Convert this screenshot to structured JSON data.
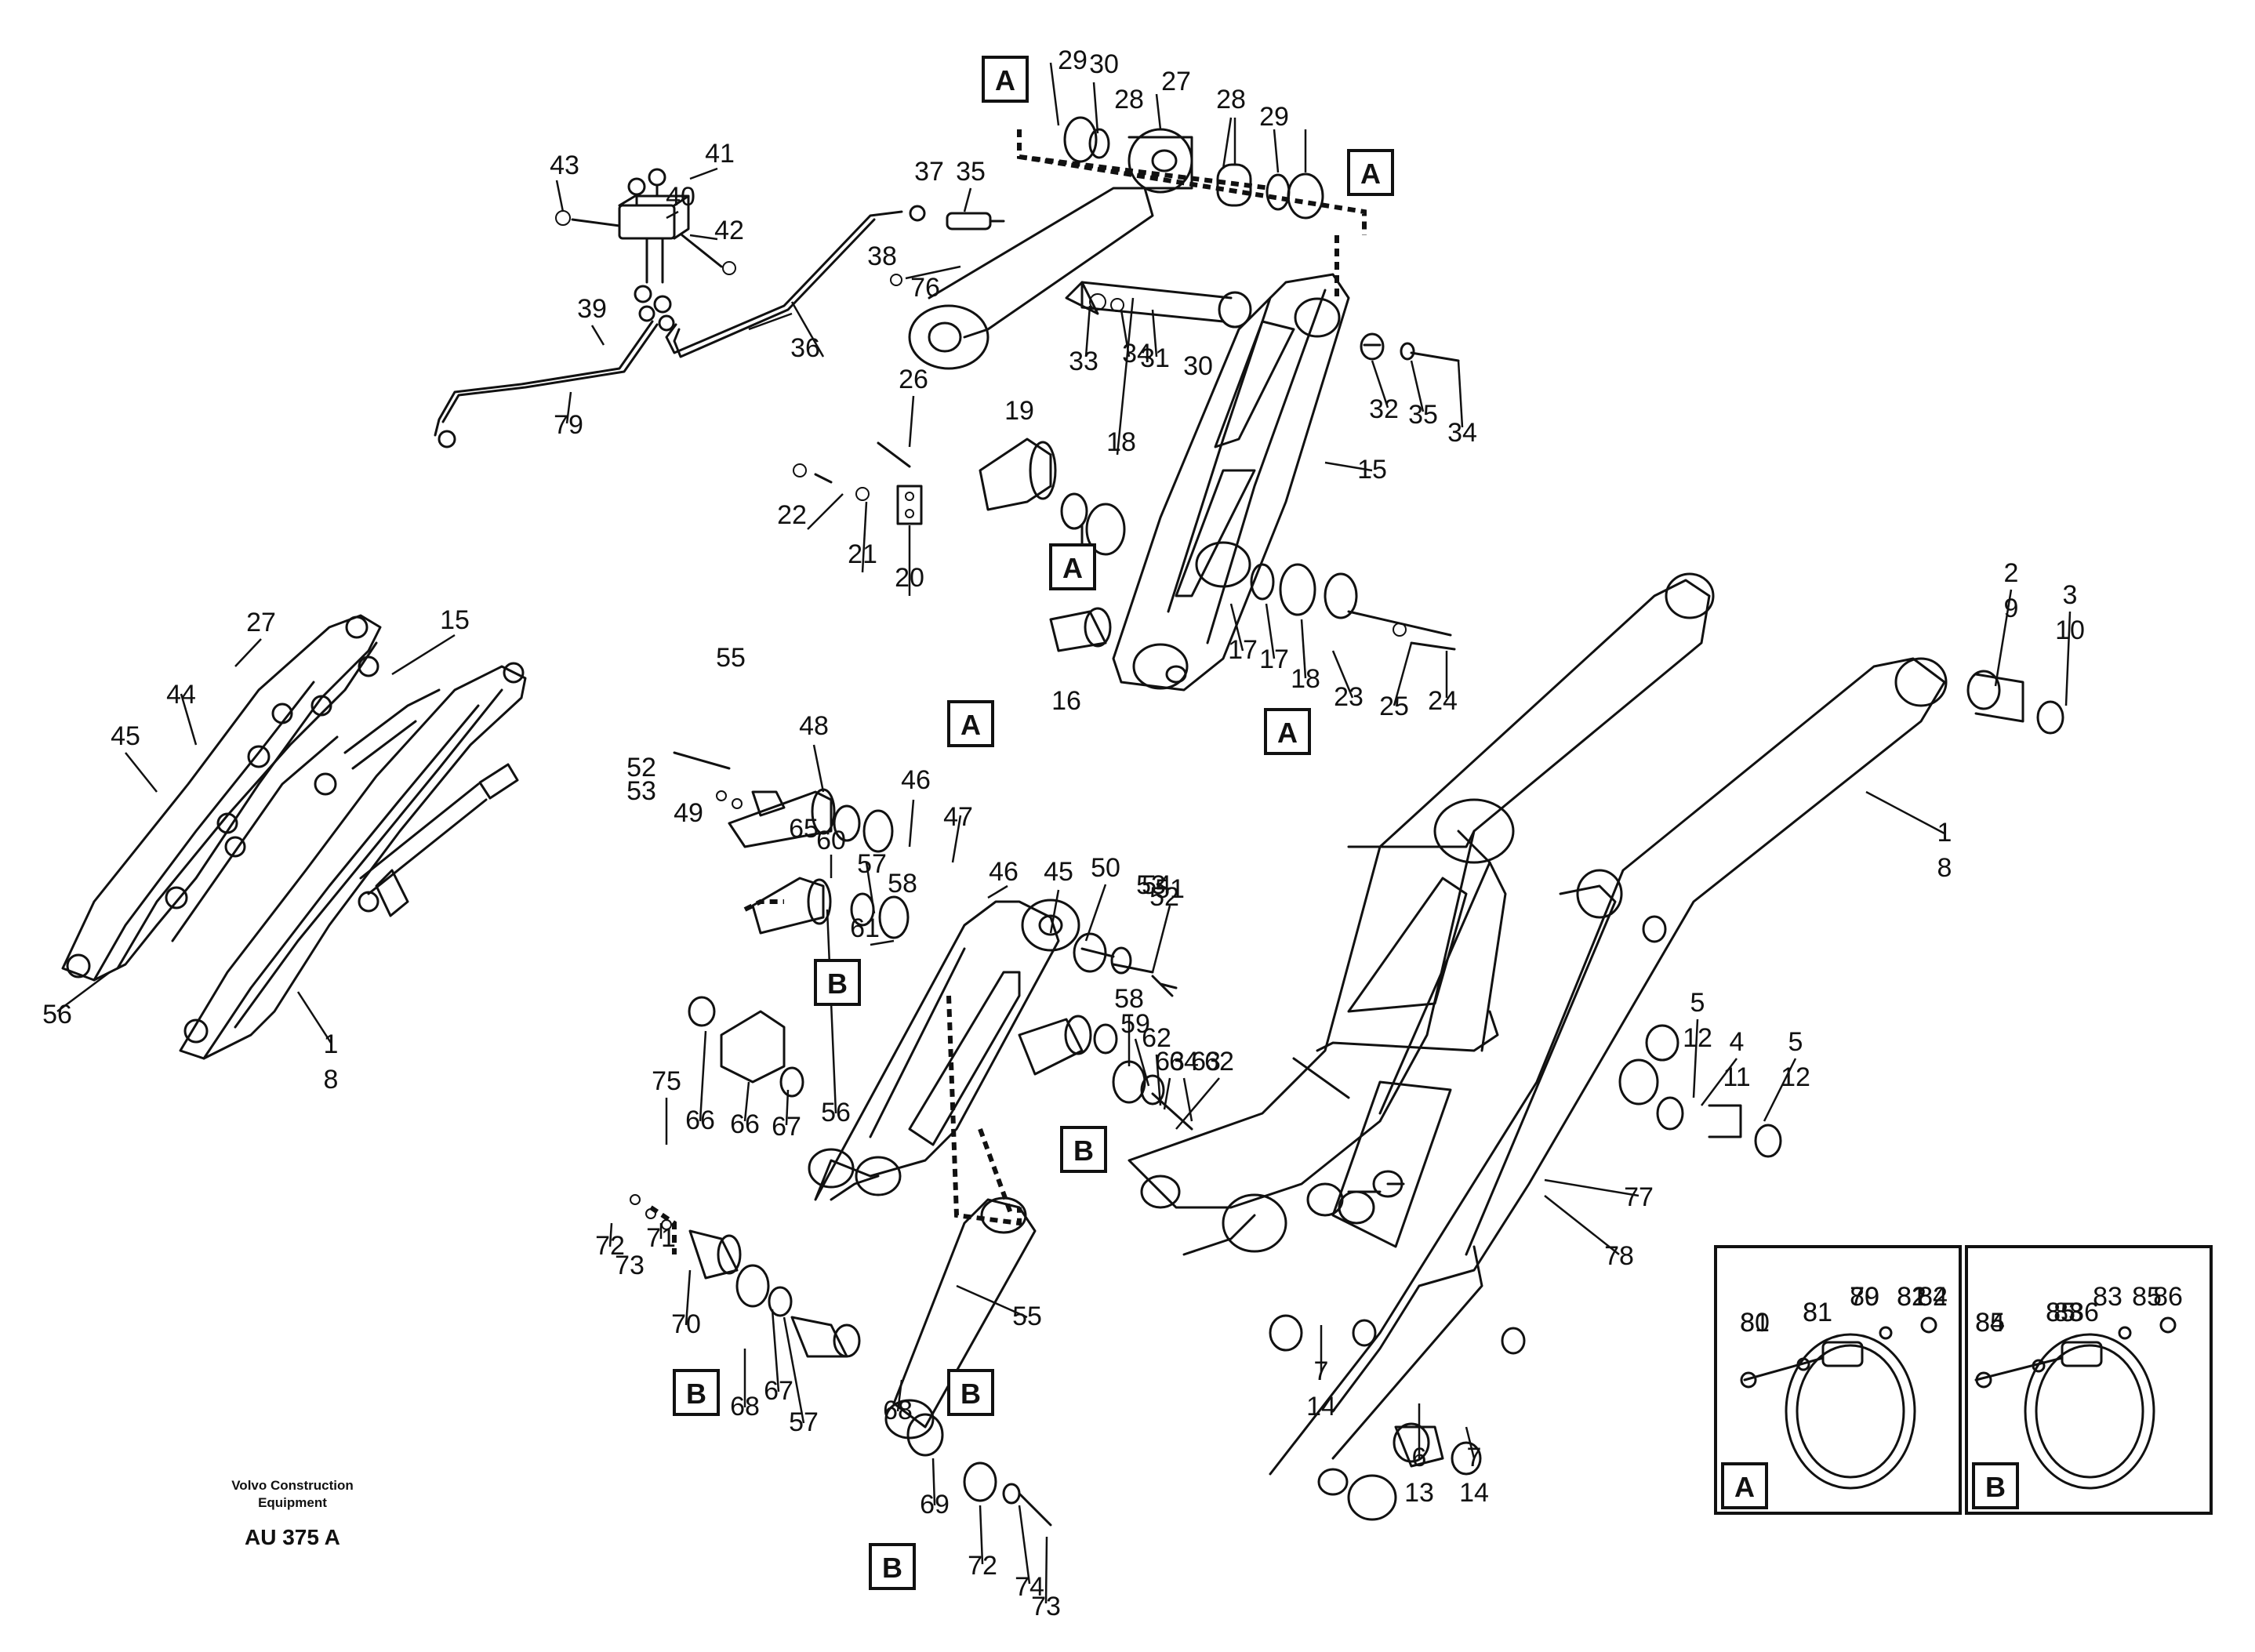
{
  "diagram": {
    "credit_line1": "Volvo Construction",
    "credit_line2": "Equipment",
    "drawing_code": "AU 375 A"
  },
  "callouts": [
    "1",
    "8",
    "1",
    "8",
    "2",
    "9",
    "3",
    "10",
    "4",
    "11",
    "5",
    "12",
    "5",
    "12",
    "6",
    "13",
    "7",
    "14",
    "7",
    "14",
    "15",
    "15",
    "16",
    "17",
    "17",
    "18",
    "18",
    "19",
    "20",
    "21",
    "22",
    "23",
    "24",
    "25",
    "26",
    "27",
    "27",
    "28",
    "28",
    "29",
    "29",
    "30",
    "30",
    "31",
    "32",
    "33",
    "34",
    "34",
    "35",
    "35",
    "36",
    "37",
    "38",
    "39",
    "40",
    "41",
    "42",
    "43",
    "44",
    "45",
    "45",
    "46",
    "46",
    "47",
    "48",
    "49",
    "50",
    "51",
    "52",
    "52",
    "53",
    "53",
    "54",
    "55",
    "55",
    "56",
    "56",
    "57",
    "57",
    "58",
    "58",
    "59",
    "60",
    "61",
    "62",
    "62",
    "63",
    "63",
    "64",
    "65",
    "66",
    "66",
    "67",
    "67",
    "68",
    "68",
    "69",
    "70",
    "71",
    "72",
    "72",
    "73",
    "73",
    "74",
    "75",
    "76",
    "77",
    "78",
    "79",
    "80",
    "81",
    "81",
    "82",
    "83",
    "84",
    "85",
    "85",
    "86"
  ],
  "section_markers": [
    "A",
    "A",
    "A",
    "A",
    "A",
    "B",
    "B",
    "B",
    "B",
    "B"
  ],
  "detail_panels": [
    {
      "letter": "A",
      "callouts": [
        "80",
        "81",
        "79",
        "81",
        "82"
      ]
    },
    {
      "letter": "B",
      "callouts": [
        "84",
        "85",
        "83",
        "85",
        "86"
      ]
    }
  ]
}
